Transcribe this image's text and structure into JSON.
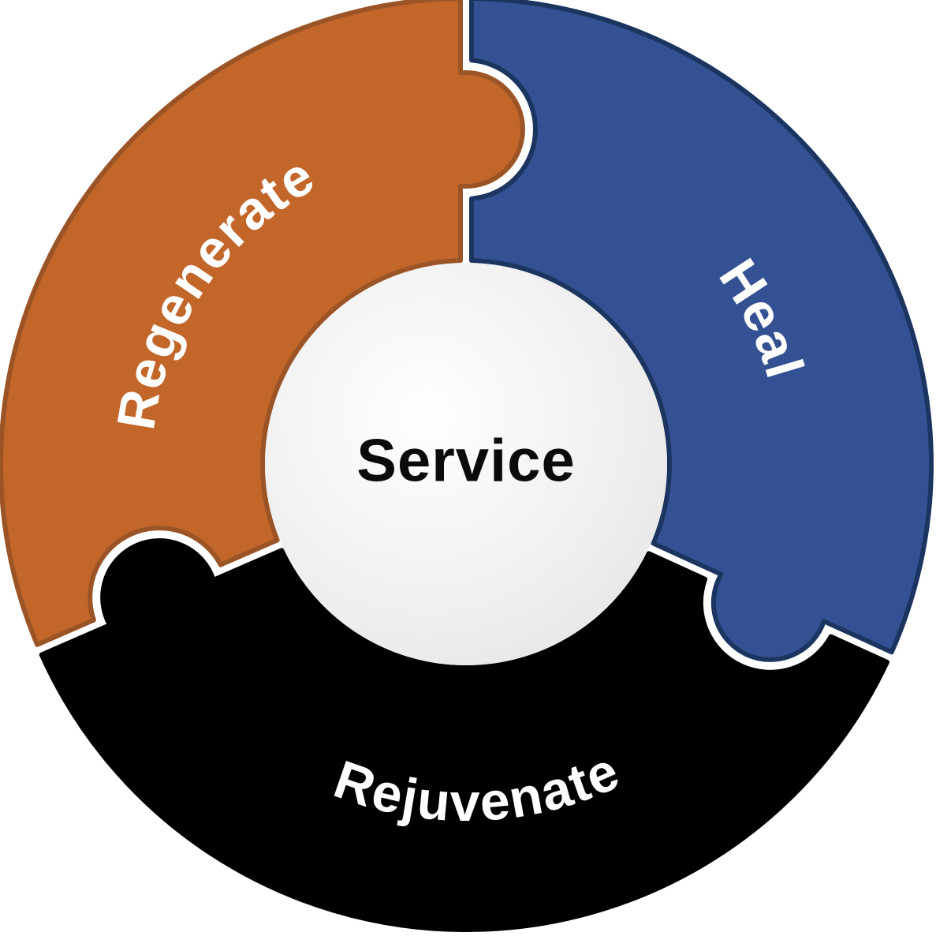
{
  "diagram": {
    "type": "circular-puzzle-cycle",
    "center_label": "Service",
    "background": "#FFFFFF",
    "segments": [
      {
        "id": "heal",
        "label": "Heal",
        "fill": "#345194",
        "stroke": "#1B3560",
        "label_color": "#FFFFFF",
        "start_angle": 0,
        "end_angle": 114.5,
        "label_angle": 64,
        "label_flipped": false
      },
      {
        "id": "rejuvenate",
        "label": "Rejuvenate",
        "fill": "#000000",
        "stroke": "#000000",
        "label_color": "#FFFFFF",
        "start_angle": 114.5,
        "end_angle": 246.5,
        "label_angle": 178,
        "label_flipped": true
      },
      {
        "id": "regenerate",
        "label": "Regenerate",
        "fill": "#C2662A",
        "stroke": "#9B5426",
        "label_color": "#FFFFFF",
        "start_angle": 246.5,
        "end_angle": 360,
        "label_angle": 304,
        "label_flipped": false
      }
    ],
    "center": {
      "fill_start": "#FFFFFF",
      "fill_mid": "#EFEFEF",
      "fill_end": "#E3E3E3",
      "label_color": "#0B0B0B"
    }
  }
}
